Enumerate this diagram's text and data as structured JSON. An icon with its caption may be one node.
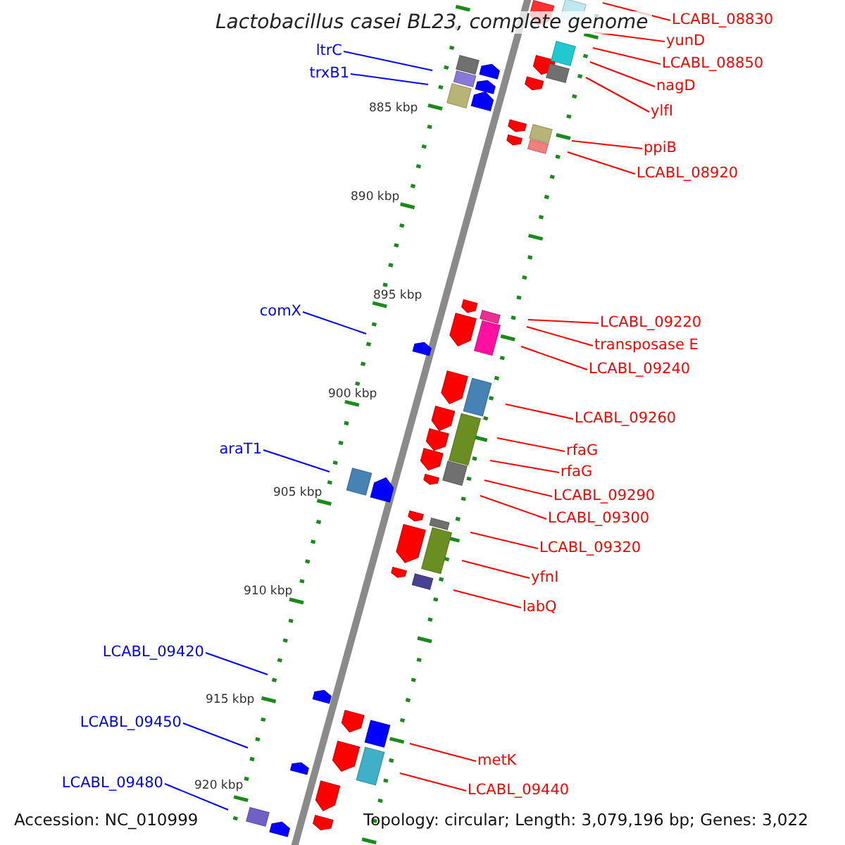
{
  "diagram": {
    "title": "Lactobacillus casei BL23, complete genome",
    "nodes": [
      {
        "text": [
          "LCABL_08830"
        ]
      },
      {
        "text": [
          "yunD"
        ]
      },
      {
        "text": [
          "ltrC"
        ]
      },
      {
        "text": [
          "LCABL_08850"
        ]
      },
      {
        "text": [
          "trxB1"
        ]
      },
      {
        "text": [
          "nagD"
        ]
      },
      {
        "text": [
          "ylfI"
        ]
      },
      {
        "text": [
          "ppiB"
        ]
      },
      {
        "text": [
          "LCABL_08920"
        ]
      },
      {
        "text": [
          "comX"
        ]
      },
      {
        "text": [
          "LCABL_09220"
        ]
      },
      {
        "text": [
          "transposase E"
        ]
      },
      {
        "text": [
          "LCABL_09240"
        ]
      },
      {
        "text": [
          "LCABL_09260"
        ]
      },
      {
        "text": [
          "araT1"
        ]
      },
      {
        "text": [
          "rfaG"
        ]
      },
      {
        "text": [
          "rfaG"
        ]
      },
      {
        "text": [
          "LCABL_09290"
        ]
      },
      {
        "text": [
          "LCABL_09300"
        ]
      },
      {
        "text": [
          "LCABL_09320"
        ]
      },
      {
        "text": [
          "yfnI"
        ]
      },
      {
        "text": [
          "labQ"
        ]
      },
      {
        "text": [
          "LCABL_09420"
        ]
      },
      {
        "text": [
          "LCABL_09450"
        ]
      },
      {
        "text": [
          "metK"
        ]
      },
      {
        "text": [
          "LCABL_09480"
        ]
      },
      {
        "text": [
          "LCABL_09440"
        ]
      }
    ],
    "edges": [
      {
        "from": 0,
        "to": null,
        "arrow": "none"
      },
      {
        "from": 1,
        "to": null,
        "arrow": "none"
      },
      {
        "from": 2,
        "to": null,
        "arrow": "none",
        "color": "#0000ff"
      },
      {
        "from": 3,
        "to": null,
        "arrow": "none"
      },
      {
        "from": 4,
        "to": null,
        "arrow": "none",
        "color": "#0000ff"
      },
      {
        "from": 5,
        "to": null,
        "arrow": "none"
      },
      {
        "from": 6,
        "to": null,
        "arrow": "none"
      },
      {
        "from": 7,
        "to": null,
        "arrow": "none"
      },
      {
        "from": 8,
        "to": null,
        "arrow": "none"
      },
      {
        "from": 9,
        "to": null,
        "arrow": "none",
        "color": "#0000ff"
      },
      {
        "from": 10,
        "to": null,
        "arrow": "none"
      },
      {
        "from": 11,
        "to": null,
        "arrow": "none"
      },
      {
        "from": 12,
        "to": null,
        "arrow": "none"
      },
      {
        "from": 13,
        "to": null,
        "arrow": "none"
      },
      {
        "from": 14,
        "to": null,
        "arrow": "none",
        "color": "#0000ff"
      },
      {
        "from": 15,
        "to": null,
        "arrow": "none"
      },
      {
        "from": 16,
        "to": null,
        "arrow": "none"
      },
      {
        "from": 17,
        "to": null,
        "arrow": "none"
      },
      {
        "from": 18,
        "to": null,
        "arrow": "none"
      },
      {
        "from": 19,
        "to": null,
        "arrow": "none"
      },
      {
        "from": 20,
        "to": null,
        "arrow": "none"
      },
      {
        "from": 21,
        "to": null,
        "arrow": "none"
      },
      {
        "from": 22,
        "to": null,
        "arrow": "none",
        "color": "#0000ff"
      },
      {
        "from": 23,
        "to": null,
        "arrow": "none",
        "color": "#0000ff"
      },
      {
        "from": 24,
        "to": null,
        "arrow": "none"
      },
      {
        "from": 25,
        "to": null,
        "arrow": "none",
        "color": "#0000ff"
      },
      {
        "from": 26,
        "to": null,
        "arrow": "none"
      }
    ],
    "labels": [
      "885 kbp",
      "890 kbp",
      "895 kbp",
      "900 kbp",
      "905 kbp",
      "910 kbp",
      "915 kbp",
      "920 kbp",
      "Accession: NC_010999",
      "Topology: circular; Length: 3,079,196 bp; Genes: 3,022"
    ]
  }
}
